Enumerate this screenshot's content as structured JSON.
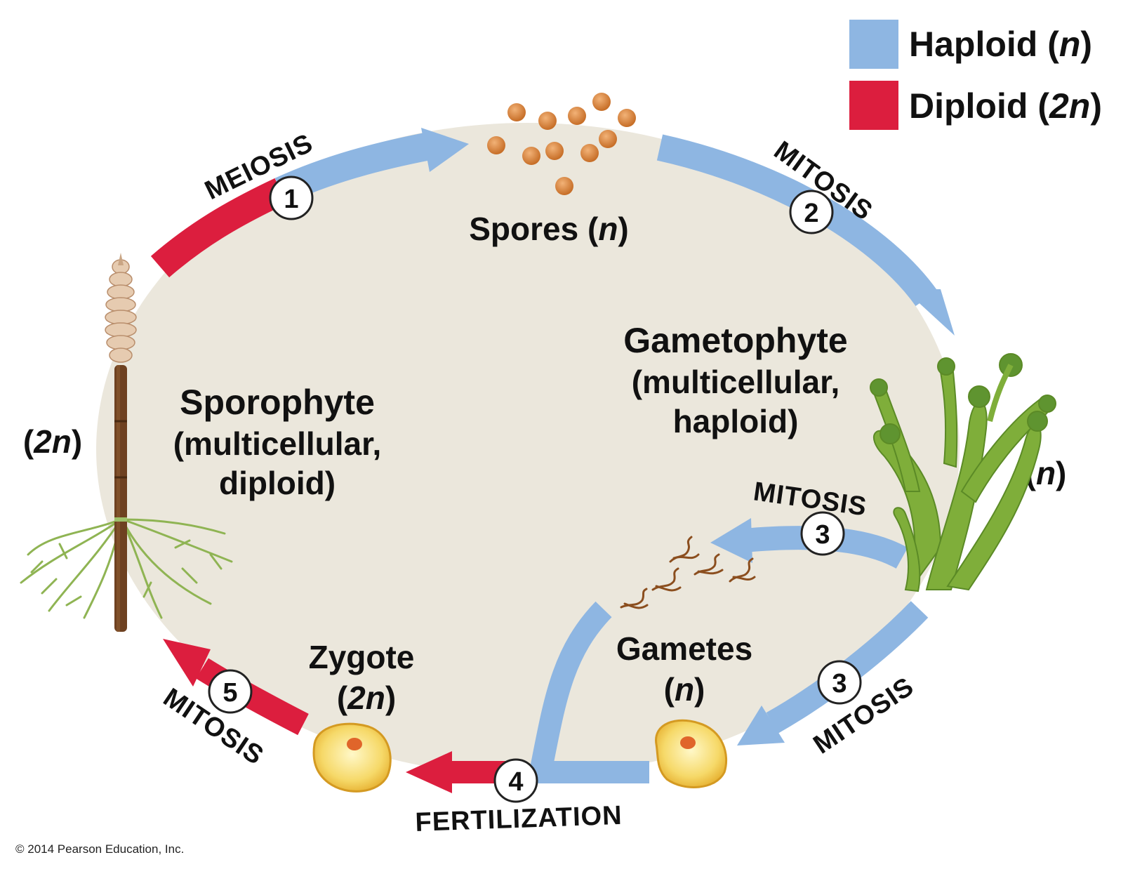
{
  "legend": {
    "haploid": {
      "label": "Haploid",
      "ploidy": "n",
      "color": "#8eb6e2"
    },
    "diploid": {
      "label": "Diploid",
      "ploidy": "2n",
      "color": "#dc1e3e"
    }
  },
  "stages": {
    "spores": {
      "name": "Spores",
      "ploidy": "n"
    },
    "gametophyte": {
      "title": "Gametophyte",
      "line1": "(multicellular,",
      "line2": "haploid)"
    },
    "sporophyte": {
      "title": "Sporophyte",
      "line1": "(multicellular,",
      "line2": "diploid)"
    },
    "gametes": {
      "name": "Gametes",
      "ploidy": "n"
    },
    "zygote": {
      "name": "Zygote",
      "ploidy": "2n"
    }
  },
  "plant_ploidy": {
    "sporophyte": "2n",
    "gametophyte": "n"
  },
  "steps": [
    {
      "num": "1",
      "process": "MEIOSIS"
    },
    {
      "num": "2",
      "process": "MITOSIS"
    },
    {
      "num": "3",
      "process": "MITOSIS"
    },
    {
      "num": "3",
      "process": "MITOSIS"
    },
    {
      "num": "4",
      "process": "FERTILIZATION"
    },
    {
      "num": "5",
      "process": "MITOSIS"
    }
  ],
  "icons": [
    "spore-cluster-icon",
    "sporophyte-plant-icon",
    "gametophyte-plant-icon",
    "sperm-cells-icon",
    "egg-cell-icon",
    "zygote-cell-icon"
  ],
  "colors": {
    "background_oval": "#ebe7dc",
    "spore": "#d8843a",
    "cell": "#f0c23c",
    "plant_green": "#7fae3a",
    "stem_brown": "#6e4121"
  },
  "copyright": "© 2014 Pearson Education, Inc."
}
